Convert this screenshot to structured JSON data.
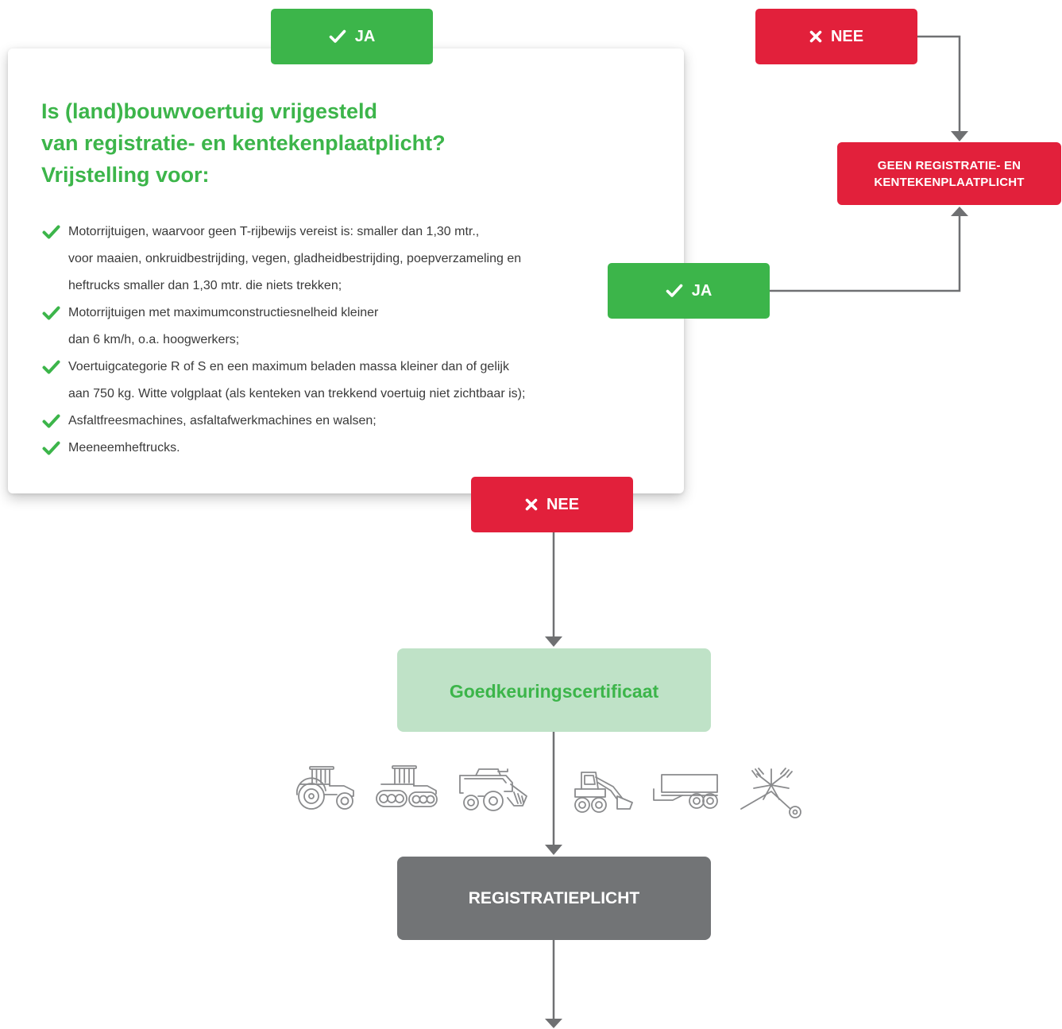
{
  "top_yes_button": {
    "icon": "check-icon",
    "label": "JA"
  },
  "top_no_button": {
    "icon": "close-icon",
    "label": "NEE"
  },
  "exempt_box": {
    "lines": [
      "GEEN REGISTRATIE- EN",
      "KENTEKENPLAATPLICHT"
    ]
  },
  "side_yes_button": {
    "icon": "check-icon",
    "label": "JA"
  },
  "question_card": {
    "title_lines": [
      "Is (land)bouwvoertuig vrijgesteld",
      "van registratie- en kentekenplaatplicht?",
      "Vrijstelling voor:"
    ],
    "items": [
      {
        "icon": "check-icon",
        "lines": [
          "Motorrijtuigen, waarvoor geen T-rijbewijs vereist is: smaller dan 1,30 mtr.,",
          "voor maaien, onkruidbestrijding, vegen, gladheidbestrijding, poepverzameling en",
          "heftrucks smaller dan 1,30 mtr. die niets trekken;"
        ]
      },
      {
        "icon": "check-icon",
        "lines": [
          "Motorrijtuigen met maximumconstructiesnelheid kleiner",
          "dan 6 km/h, o.a. hoogwerkers;"
        ]
      },
      {
        "icon": "check-icon",
        "lines": [
          "Voertuigcategorie R of S en een maximum beladen massa kleiner dan of gelijk",
          "aan 750 kg. Witte volgplaat (als kenteken van trekkend voertuig niet zichtbaar is);"
        ]
      },
      {
        "icon": "check-icon",
        "lines": [
          "Asfaltfreesmachines, asfaltafwerkmachines en walsen;"
        ]
      },
      {
        "icon": "check-icon",
        "lines": [
          "Meeneemheftrucks."
        ]
      }
    ]
  },
  "bottom_no_button": {
    "icon": "close-icon",
    "label": "NEE"
  },
  "certificate_box": {
    "label": "Goedkeuringscertificaat"
  },
  "vehicle_icons": [
    "tractor-icon",
    "crawler-tractor-icon",
    "combine-harvester-icon",
    "wheel-loader-icon",
    "trailer-icon",
    "hay-rake-icon"
  ],
  "registration_box": {
    "label": "REGISTRATIEPLICHT"
  },
  "colors": {
    "green": "#3cb54a",
    "red": "#e2203b",
    "light_green": "#bfe2c7",
    "gray_box": "#727476",
    "connector": "#6f7072",
    "icon": "#8a8b8d"
  }
}
